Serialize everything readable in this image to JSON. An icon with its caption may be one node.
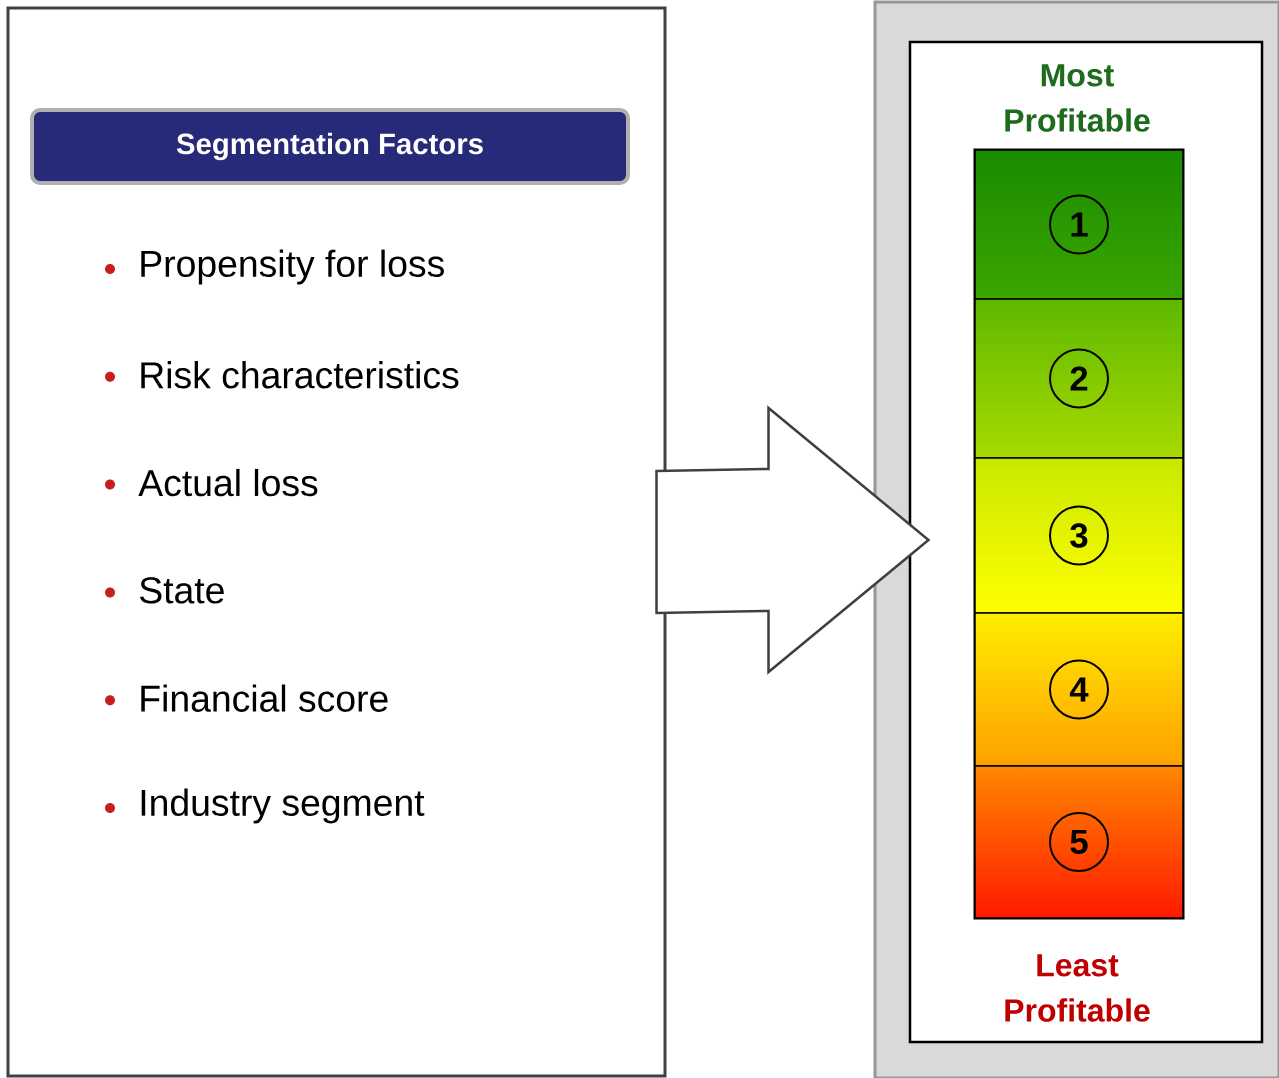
{
  "diagram": {
    "nodes": [
      {
        "text": [
          "Propensity for loss",
          "Risk characteristics",
          "Actual loss",
          "State",
          "Financial score",
          "Industry segment"
        ]
      },
      {
        "text": [
          "Segmentation Factors"
        ],
        "in": 0
      },
      {
        "text": [
          "Most Profitable",
          "Least Profitable"
        ]
      },
      {
        "text": [],
        "shape": "bar",
        "in": 2
      },
      {
        "text": [
          "1"
        ],
        "in": 3
      },
      {
        "text": [
          "2"
        ],
        "in": 3
      },
      {
        "text": [
          "3"
        ],
        "in": 3
      },
      {
        "text": [
          "4"
        ],
        "in": 3
      },
      {
        "text": [
          "5"
        ],
        "in": 3
      }
    ],
    "edges": [
      {
        "from": 0,
        "to": 2,
        "arrow": "to"
      }
    ]
  }
}
